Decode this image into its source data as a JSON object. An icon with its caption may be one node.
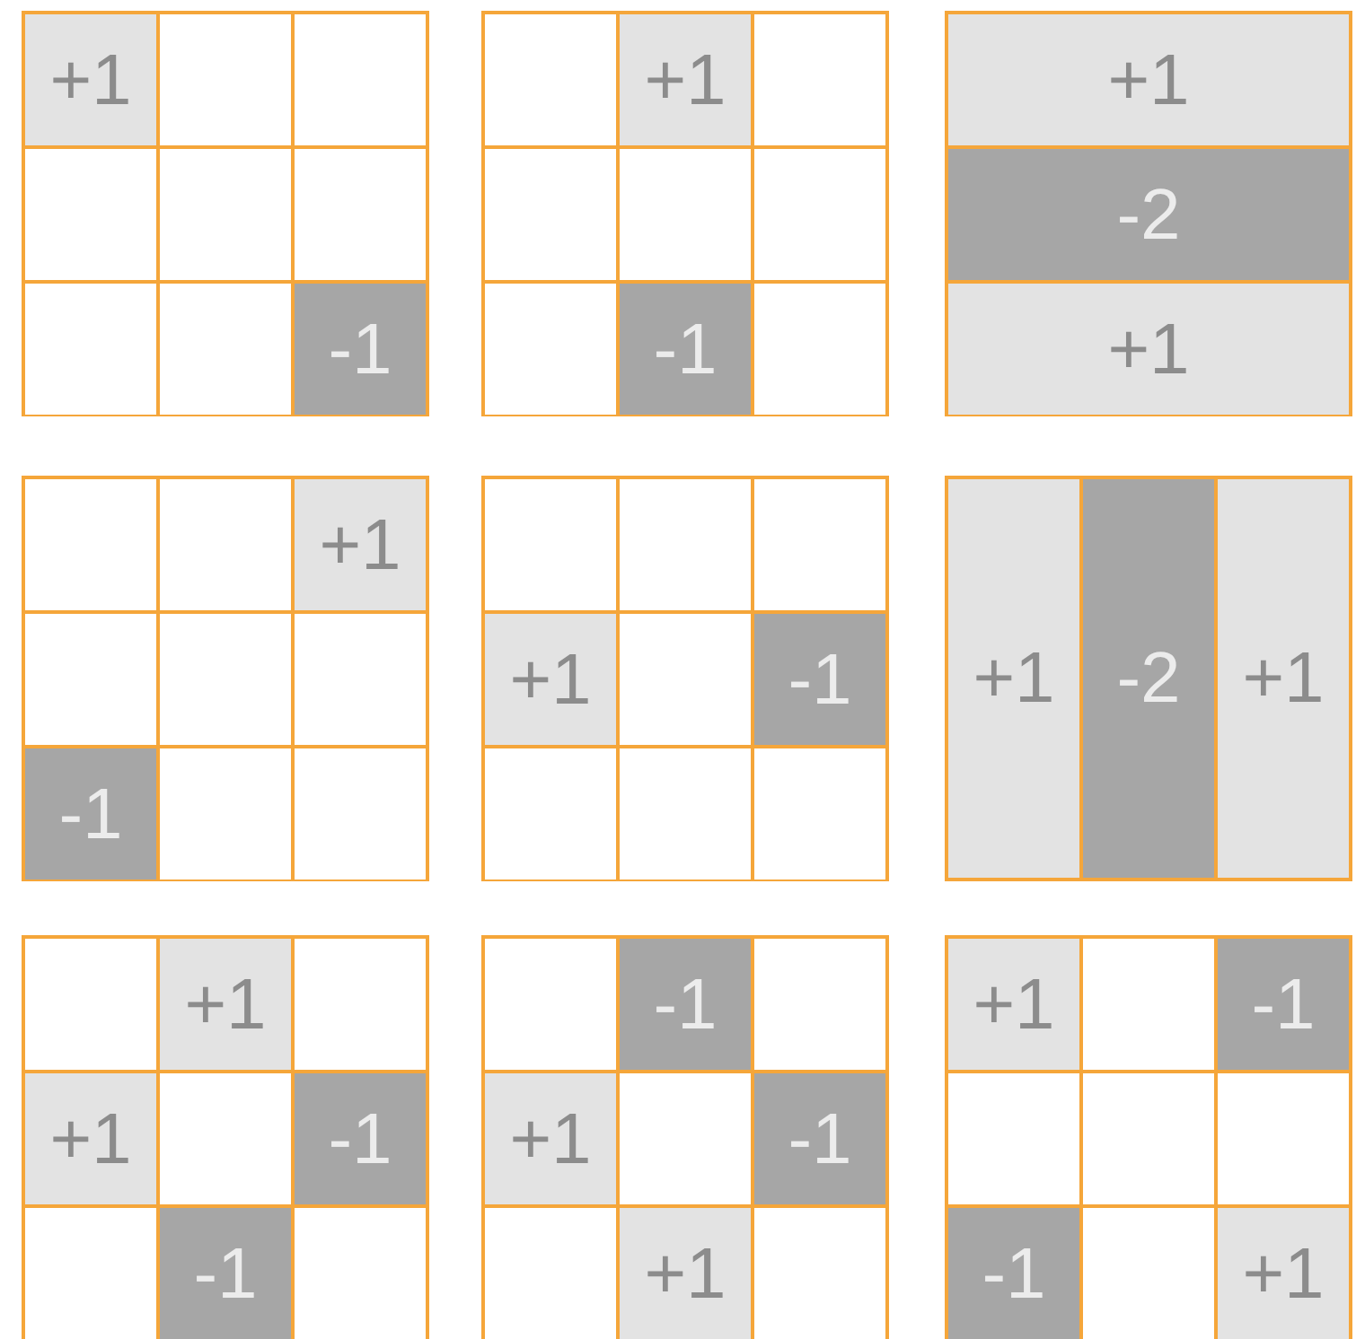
{
  "diagram": {
    "nodes": [
      {
        "text": [],
        "shape": "box"
      },
      {
        "text": [
          "+1"
        ],
        "in": 0
      },
      {
        "text": [],
        "shape": "box",
        "in": 0
      },
      {
        "text": [],
        "shape": "box",
        "in": 0
      },
      {
        "text": [],
        "shape": "box",
        "in": 0
      },
      {
        "text": [],
        "shape": "box",
        "in": 0
      },
      {
        "text": [],
        "shape": "box",
        "in": 0
      },
      {
        "text": [],
        "shape": "box",
        "in": 0
      },
      {
        "text": [],
        "shape": "box",
        "in": 0
      },
      {
        "text": [
          "-1"
        ],
        "in": 0
      },
      {
        "text": [],
        "shape": "box"
      },
      {
        "text": [],
        "shape": "box",
        "in": 10
      },
      {
        "text": [
          "+1"
        ],
        "in": 10
      },
      {
        "text": [],
        "shape": "box",
        "in": 10
      },
      {
        "text": [],
        "shape": "box",
        "in": 10
      },
      {
        "text": [],
        "shape": "box",
        "in": 10
      },
      {
        "text": [],
        "shape": "box",
        "in": 10
      },
      {
        "text": [],
        "shape": "box",
        "in": 10
      },
      {
        "text": [
          "-1"
        ],
        "in": 10
      },
      {
        "text": [],
        "shape": "box",
        "in": 10
      },
      {
        "text": [],
        "shape": "box"
      },
      {
        "text": [
          "+1"
        ],
        "in": 20
      },
      {
        "text": [
          "-2"
        ],
        "in": 20
      },
      {
        "text": [
          "+1"
        ],
        "in": 20
      },
      {
        "text": [],
        "shape": "box"
      },
      {
        "text": [],
        "shape": "box",
        "in": 24
      },
      {
        "text": [],
        "shape": "box",
        "in": 24
      },
      {
        "text": [
          "+1"
        ],
        "in": 24
      },
      {
        "text": [],
        "shape": "box",
        "in": 24
      },
      {
        "text": [],
        "shape": "box",
        "in": 24
      },
      {
        "text": [],
        "shape": "box",
        "in": 24
      },
      {
        "text": [
          "-1"
        ],
        "in": 24
      },
      {
        "text": [],
        "shape": "box",
        "in": 24
      },
      {
        "text": [],
        "shape": "box",
        "in": 24
      },
      {
        "text": [],
        "shape": "box"
      },
      {
        "text": [],
        "shape": "box",
        "in": 34
      },
      {
        "text": [],
        "shape": "box",
        "in": 34
      },
      {
        "text": [],
        "shape": "box",
        "in": 34
      },
      {
        "text": [
          "+1"
        ],
        "in": 34
      },
      {
        "text": [],
        "shape": "box",
        "in": 34
      },
      {
        "text": [
          "-1"
        ],
        "in": 34
      },
      {
        "text": [],
        "shape": "box",
        "in": 34
      },
      {
        "text": [],
        "shape": "box",
        "in": 34
      },
      {
        "text": [],
        "shape": "box",
        "in": 34
      },
      {
        "text": [],
        "shape": "box"
      },
      {
        "text": [
          "+1"
        ],
        "in": 44
      },
      {
        "text": [
          "-2"
        ],
        "in": 44
      },
      {
        "text": [
          "+1"
        ],
        "in": 44
      },
      {
        "text": [],
        "shape": "box"
      },
      {
        "text": [],
        "shape": "box",
        "in": 48
      },
      {
        "text": [
          "+1"
        ],
        "in": 48
      },
      {
        "text": [],
        "shape": "box",
        "in": 48
      },
      {
        "text": [
          "+1"
        ],
        "in": 48
      },
      {
        "text": [],
        "shape": "box",
        "in": 48
      },
      {
        "text": [
          "-1"
        ],
        "in": 48
      },
      {
        "text": [],
        "shape": "box",
        "in": 48
      },
      {
        "text": [
          "-1"
        ],
        "in": 48
      },
      {
        "text": [],
        "shape": "box",
        "in": 48
      },
      {
        "text": [],
        "shape": "box"
      },
      {
        "text": [],
        "shape": "box",
        "in": 58
      },
      {
        "text": [
          "-1"
        ],
        "in": 58
      },
      {
        "text": [],
        "shape": "box",
        "in": 58
      },
      {
        "text": [
          "+1"
        ],
        "in": 58
      },
      {
        "text": [],
        "shape": "box",
        "in": 58
      },
      {
        "text": [
          "-1"
        ],
        "in": 58
      },
      {
        "text": [],
        "shape": "box",
        "in": 58
      },
      {
        "text": [
          "+1"
        ],
        "in": 58
      },
      {
        "text": [],
        "shape": "box",
        "in": 58
      },
      {
        "text": [],
        "shape": "box"
      },
      {
        "text": [
          "+1"
        ],
        "in": 68
      },
      {
        "text": [],
        "shape": "box",
        "in": 68
      },
      {
        "text": [
          "-1"
        ],
        "in": 68
      },
      {
        "text": [],
        "shape": "box",
        "in": 68
      },
      {
        "text": [],
        "shape": "box",
        "in": 68
      },
      {
        "text": [],
        "shape": "box",
        "in": 68
      },
      {
        "text": [
          "-1"
        ],
        "in": 68
      },
      {
        "text": [],
        "shape": "box",
        "in": 68
      },
      {
        "text": [
          "+1"
        ],
        "in": 68
      }
    ]
  }
}
